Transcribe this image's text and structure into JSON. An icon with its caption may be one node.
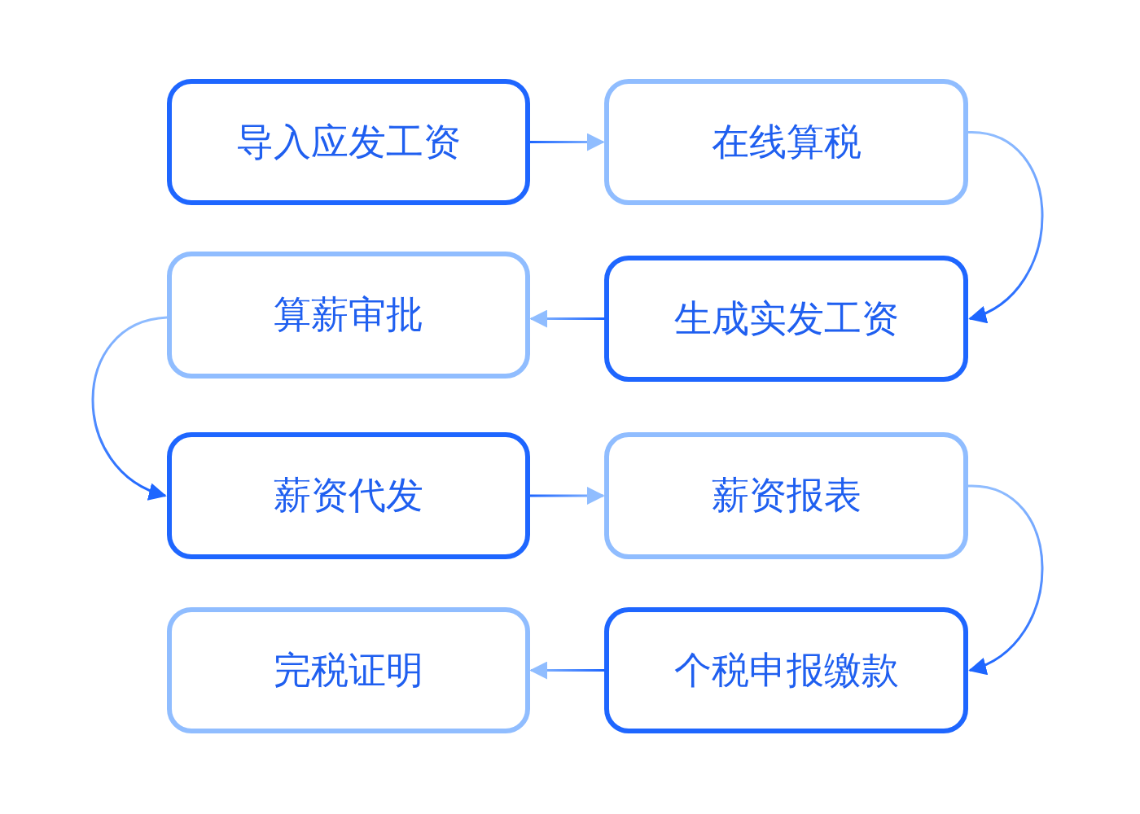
{
  "diagram": {
    "nodes": [
      {
        "text": [
          "导入应发工资"
        ]
      },
      {
        "text": [
          "在线算税"
        ]
      },
      {
        "text": [
          "算薪审批"
        ]
      },
      {
        "text": [
          "生成实发工资"
        ]
      },
      {
        "text": [
          "薪资代发"
        ]
      },
      {
        "text": [
          "薪资报表"
        ]
      },
      {
        "text": [
          "完税证明"
        ]
      },
      {
        "text": [
          "个税申报缴款"
        ]
      }
    ],
    "edges": [
      {
        "from": 0,
        "to": 1,
        "arrow": "to"
      },
      {
        "from": 1,
        "to": 3,
        "arrow": "to"
      },
      {
        "from": 3,
        "to": 2,
        "arrow": "to"
      },
      {
        "from": 2,
        "to": 4,
        "arrow": "to"
      },
      {
        "from": 4,
        "to": 5,
        "arrow": "to"
      },
      {
        "from": 5,
        "to": 7,
        "arrow": "to"
      },
      {
        "from": 7,
        "to": 6,
        "arrow": "to"
      }
    ]
  }
}
